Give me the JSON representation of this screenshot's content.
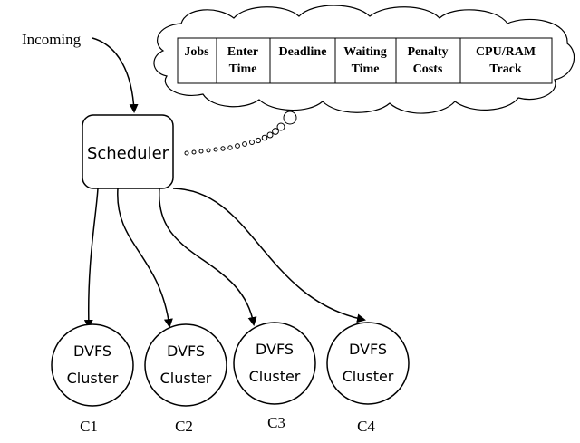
{
  "incoming_label": "Incoming",
  "scheduler_label": "Scheduler",
  "table_headers": [
    [
      "Jobs"
    ],
    [
      "Enter",
      "Time"
    ],
    [
      "Deadline"
    ],
    [
      "Waiting",
      "Time"
    ],
    [
      "Penalty",
      "Costs"
    ],
    [
      "CPU/RAM",
      "Track"
    ]
  ],
  "clusters": [
    {
      "line1": "DVFS",
      "line2": "Cluster",
      "id": "C1"
    },
    {
      "line1": "DVFS",
      "line2": "Cluster",
      "id": "C2"
    },
    {
      "line1": "DVFS",
      "line2": "Cluster",
      "id": "C3"
    },
    {
      "line1": "DVFS",
      "line2": "Cluster",
      "id": "C4"
    }
  ]
}
